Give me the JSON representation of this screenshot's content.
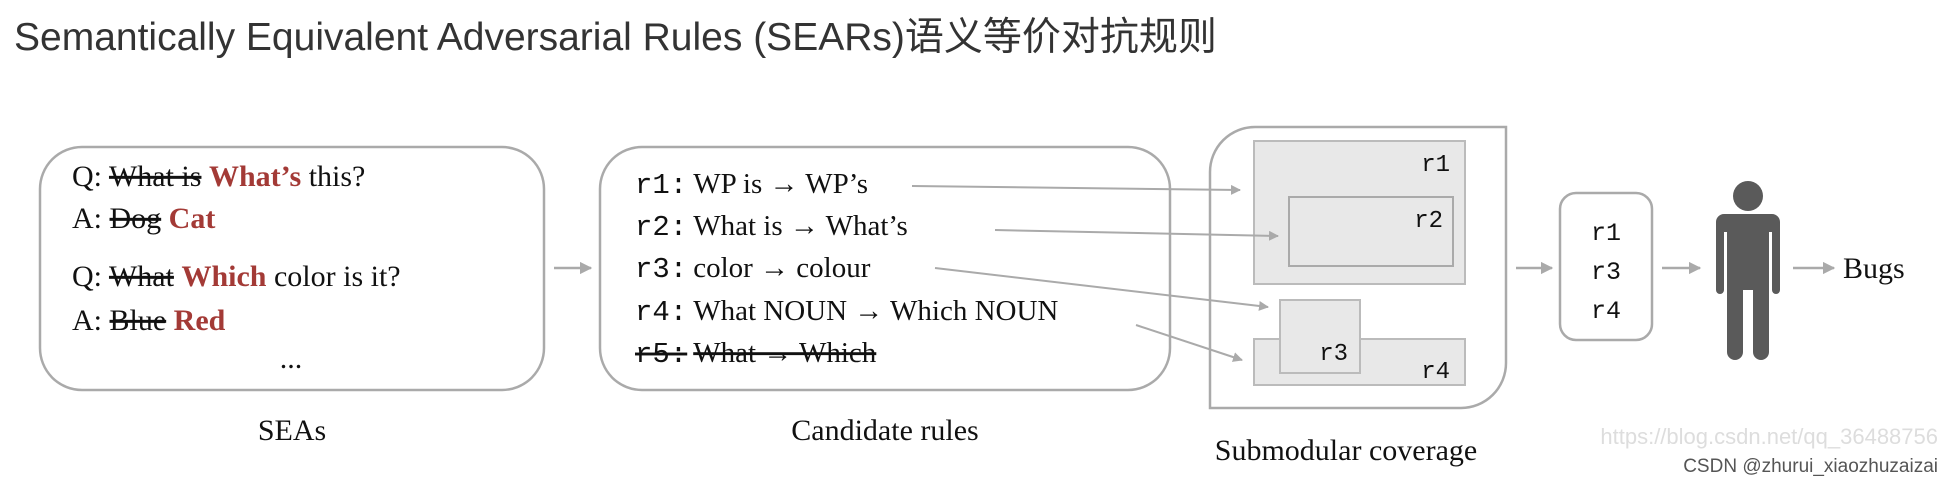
{
  "title": "Semantically Equivalent Adversarial Rules (SEARs)语义等价对抗规则",
  "seas": {
    "label": "SEAs",
    "q1": {
      "prefix": "Q:",
      "struck": "What is",
      "new": "What’s",
      "rest": "this?"
    },
    "a1": {
      "prefix": "A:",
      "struck": "Dog",
      "new": "Cat"
    },
    "q2": {
      "prefix": "Q:",
      "struck": "What",
      "new": "Which",
      "rest": "color is it?"
    },
    "a2": {
      "prefix": "A:",
      "struck": "Blue",
      "new": "Red"
    },
    "ellipsis": "..."
  },
  "rules": {
    "label": "Candidate rules",
    "items": [
      {
        "id": "r1:",
        "text": "WP is → WP’s"
      },
      {
        "id": "r2:",
        "text": "What is → What’s"
      },
      {
        "id": "r3:",
        "text": "color → colour"
      },
      {
        "id": "r4:",
        "text": "What NOUN → Which NOUN"
      },
      {
        "id": "r5:",
        "text": "What → Which",
        "struck": true
      }
    ]
  },
  "coverage": {
    "label": "Submodular coverage",
    "sets": [
      "r1",
      "r2",
      "r3",
      "r4"
    ]
  },
  "selected": [
    "r1",
    "r3",
    "r4"
  ],
  "output": "Bugs",
  "icons": {
    "person": "person-icon"
  },
  "colors": {
    "highlight": "#a33a36",
    "box_fill": "#e8e8e8",
    "stroke": "#aaaaaa",
    "person": "#5a5a5a"
  },
  "watermark": "CSDN @zhurui_xiaozhuzaizai",
  "watermark_url": "https://blog.csdn.net/qq_36488756"
}
